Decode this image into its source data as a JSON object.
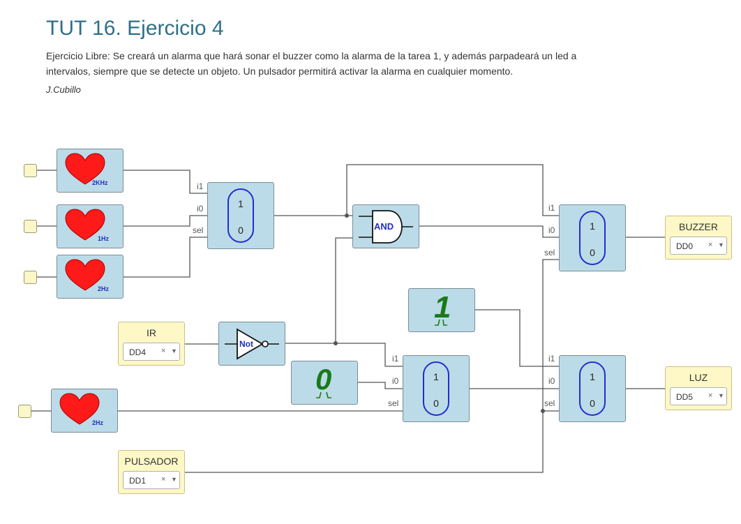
{
  "page": {
    "title": "TUT 16. Ejercicio 4",
    "description": "Ejercicio Libre: Se creará un alarma que hará sonar el buzzer como la alarma de la tarea 1, y además parpadeará un led a intervalos, siempre que se detecte un objeto. Un pulsador permitirá activar la alarma en cualquier momento.",
    "author": "J.Cubillo"
  },
  "clocks": {
    "c1": "2KHz",
    "c2": "1Hz",
    "c3": "2Hz",
    "c4": "2Hz"
  },
  "mux": {
    "i1": "i1",
    "i0": "i0",
    "sel": "sel",
    "one": "1",
    "zero": "0"
  },
  "gates": {
    "and": "AND",
    "not": "Not"
  },
  "constants": {
    "one": "1",
    "zero": "0"
  },
  "inputs": {
    "ir": {
      "label": "IR",
      "value": "DD4"
    },
    "pulsador": {
      "label": "PULSADOR",
      "value": "DD1"
    }
  },
  "outputs": {
    "buzzer": {
      "label": "BUZZER",
      "value": "DD0"
    },
    "luz": {
      "label": "LUZ",
      "value": "DD5"
    }
  },
  "select": {
    "clear": "×",
    "caret": "▼"
  },
  "colors": {
    "block": "#bcdbe8",
    "io": "#fdf8c6",
    "title": "#2f6f8a",
    "heart": "#ff1a1a",
    "mux": "#1e2fd0",
    "constant": "#1a7a1a"
  }
}
